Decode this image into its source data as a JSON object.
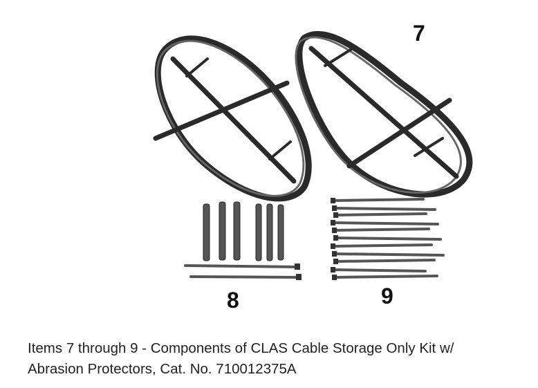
{
  "labels": {
    "item7": "7",
    "item8": "8",
    "item9": "9"
  },
  "caption": {
    "line1": "Items 7 through 9 - Components of CLAS Cable Storage Only Kit w/",
    "line2": "Abrasion Protectors, Cat. No. 710012375A"
  }
}
